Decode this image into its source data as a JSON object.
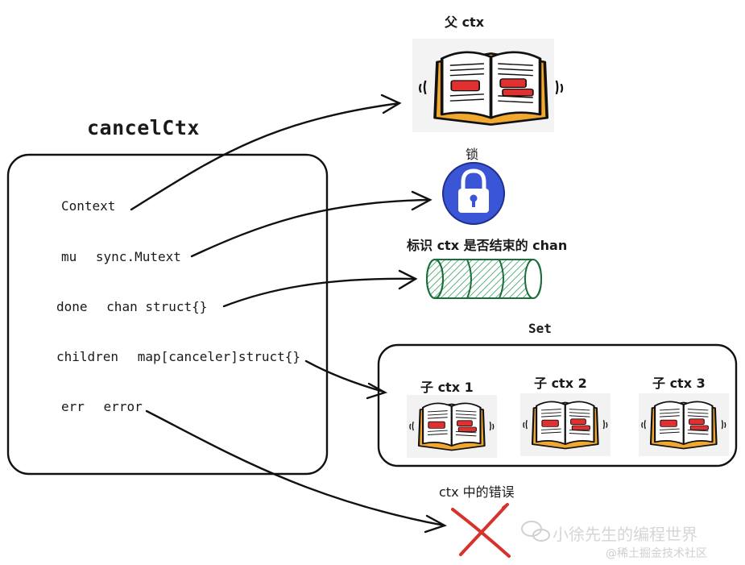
{
  "struct": {
    "title": "cancelCtx",
    "fields": [
      {
        "name": "Context",
        "type": ""
      },
      {
        "name": "mu",
        "type": "sync.Mutext"
      },
      {
        "name": "done",
        "type": "chan struct{}"
      },
      {
        "name": "children",
        "type": "map[canceler]struct{}"
      },
      {
        "name": "err",
        "type": "error"
      }
    ]
  },
  "labels": {
    "parent_ctx": "父 ctx",
    "lock": "锁",
    "done_chan": "标识 ctx 是否结束的 chan",
    "set": "Set",
    "children": [
      "子 ctx 1",
      "子 ctx 2",
      "子 ctx 3"
    ],
    "error": "ctx 中的错误"
  },
  "watermark": {
    "main": "小徐先生的编程世界",
    "sub": "@稀土掘金技术社区"
  },
  "colors": {
    "lock_blue": "#3a55d6",
    "book_orange": "#f0a830",
    "book_red": "#e03030",
    "chan_green": "#2f9a5a",
    "cross_red": "#d8322c"
  }
}
